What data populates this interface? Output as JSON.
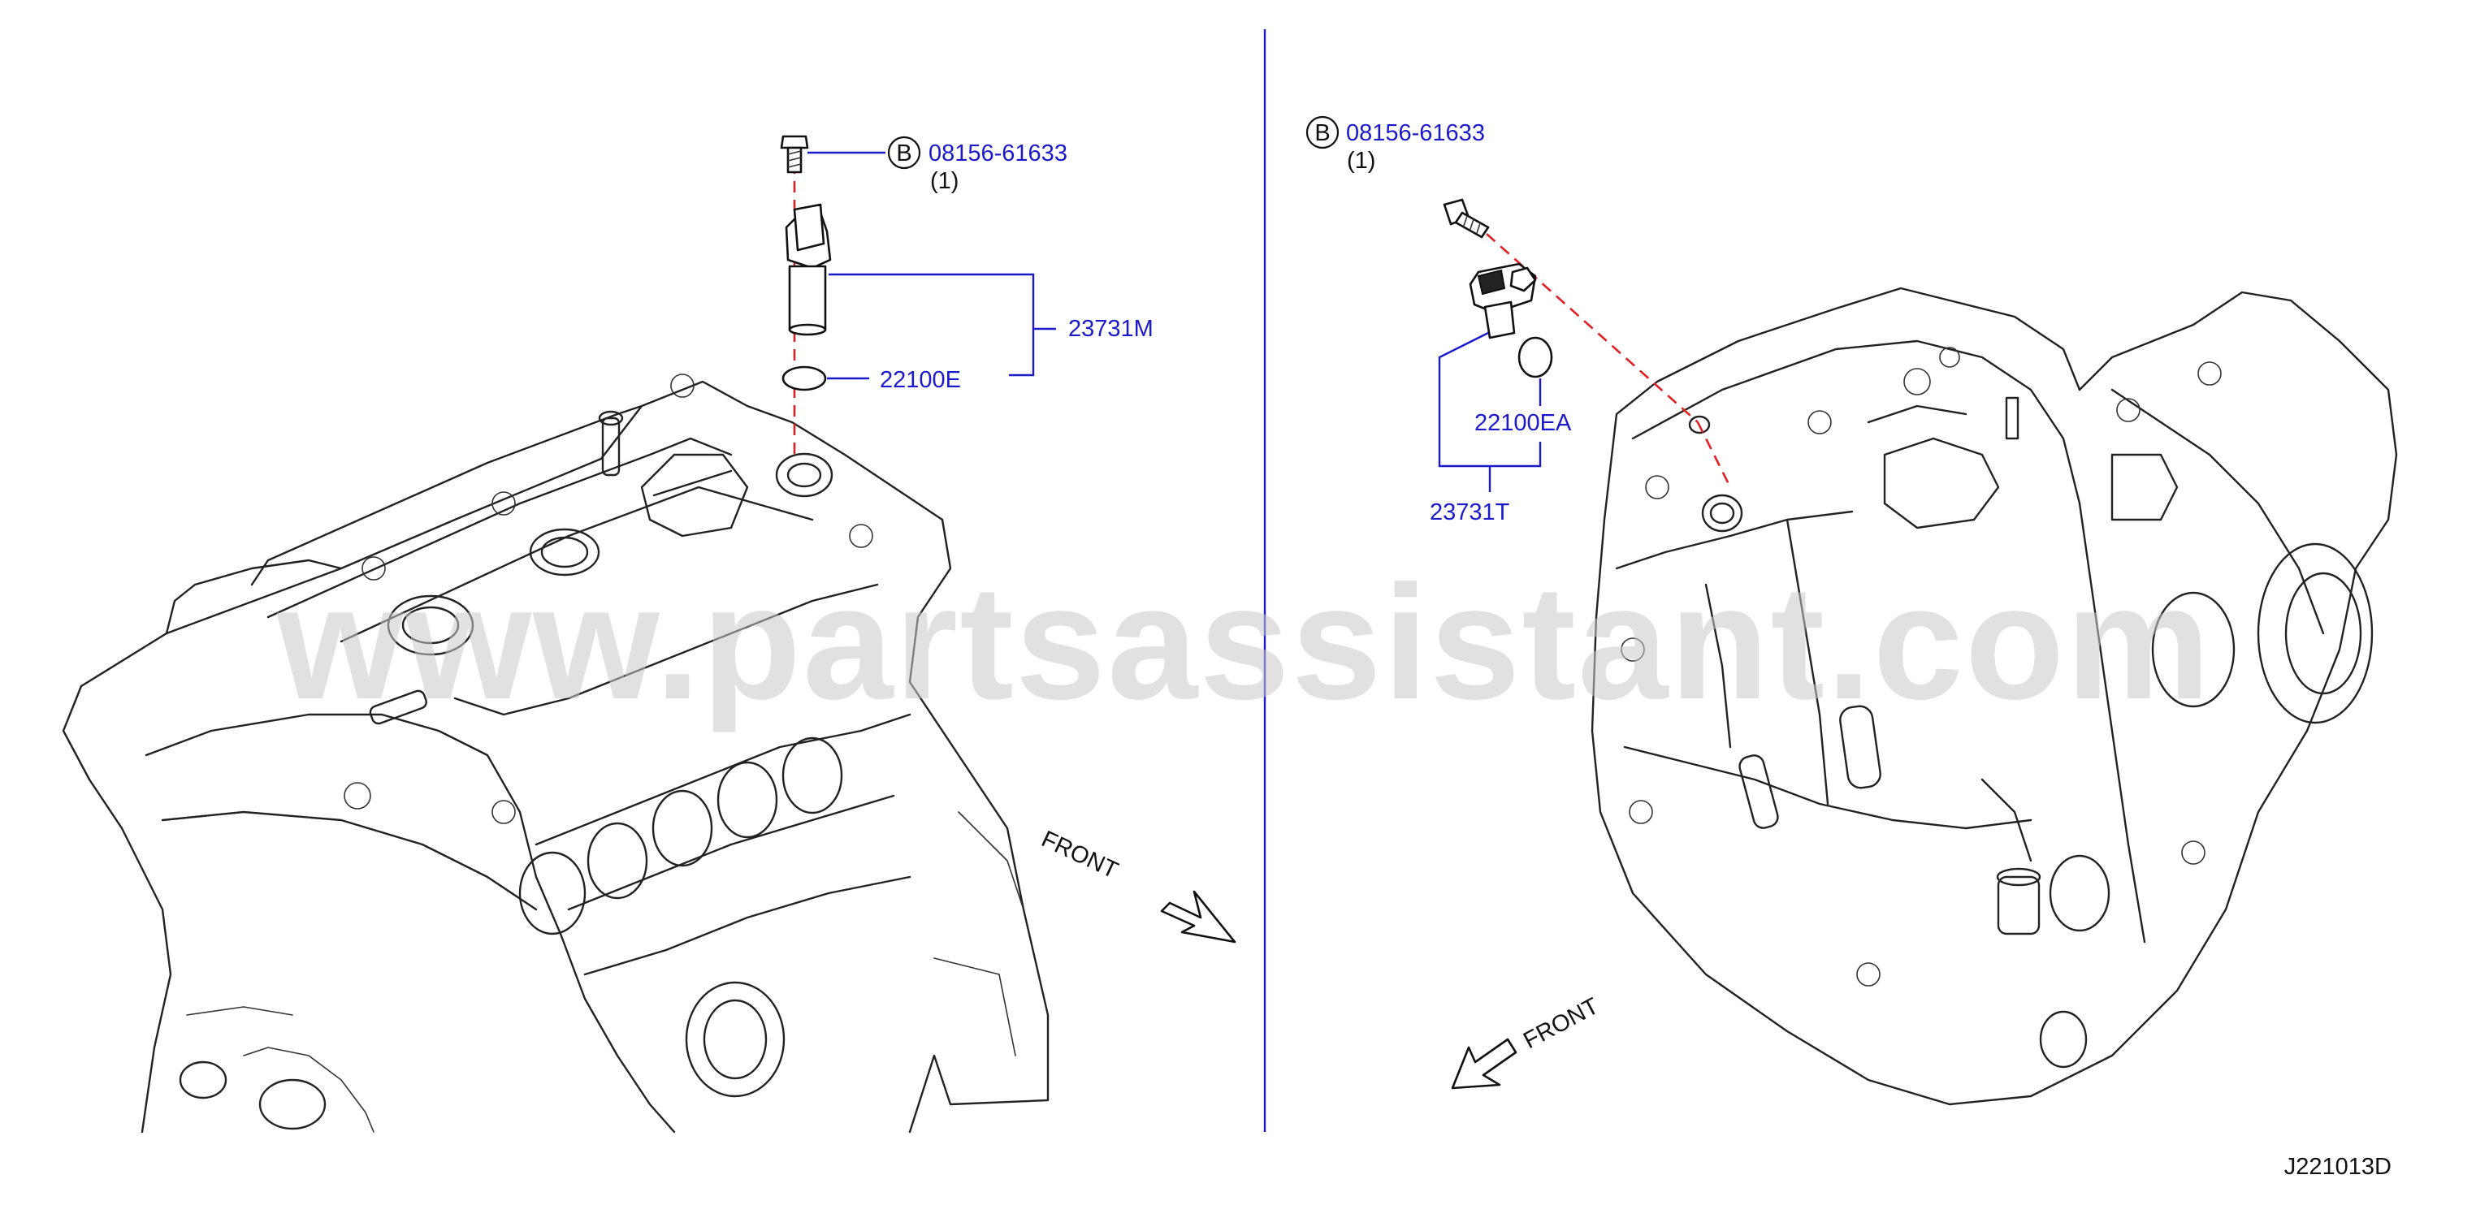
{
  "left_panel": {
    "bolt_callout": {
      "circle_letter": "B",
      "part_number": "08156-61633",
      "qty": "(1)"
    },
    "sensor_label": "23731M",
    "oring_label": "22100E",
    "front_label": "FRONT"
  },
  "right_panel": {
    "bolt_callout": {
      "circle_letter": "B",
      "part_number": "08156-61633",
      "qty": "(1)"
    },
    "oring_label": "22100EA",
    "sensor_label": "23731T",
    "front_label": "FRONT"
  },
  "watermark": "www.partsassistant.com",
  "diagram_code": "J221013D",
  "colors": {
    "callout_blue": "#1a1acc",
    "dash_red": "#e02020",
    "divider": "#1a1acc"
  }
}
